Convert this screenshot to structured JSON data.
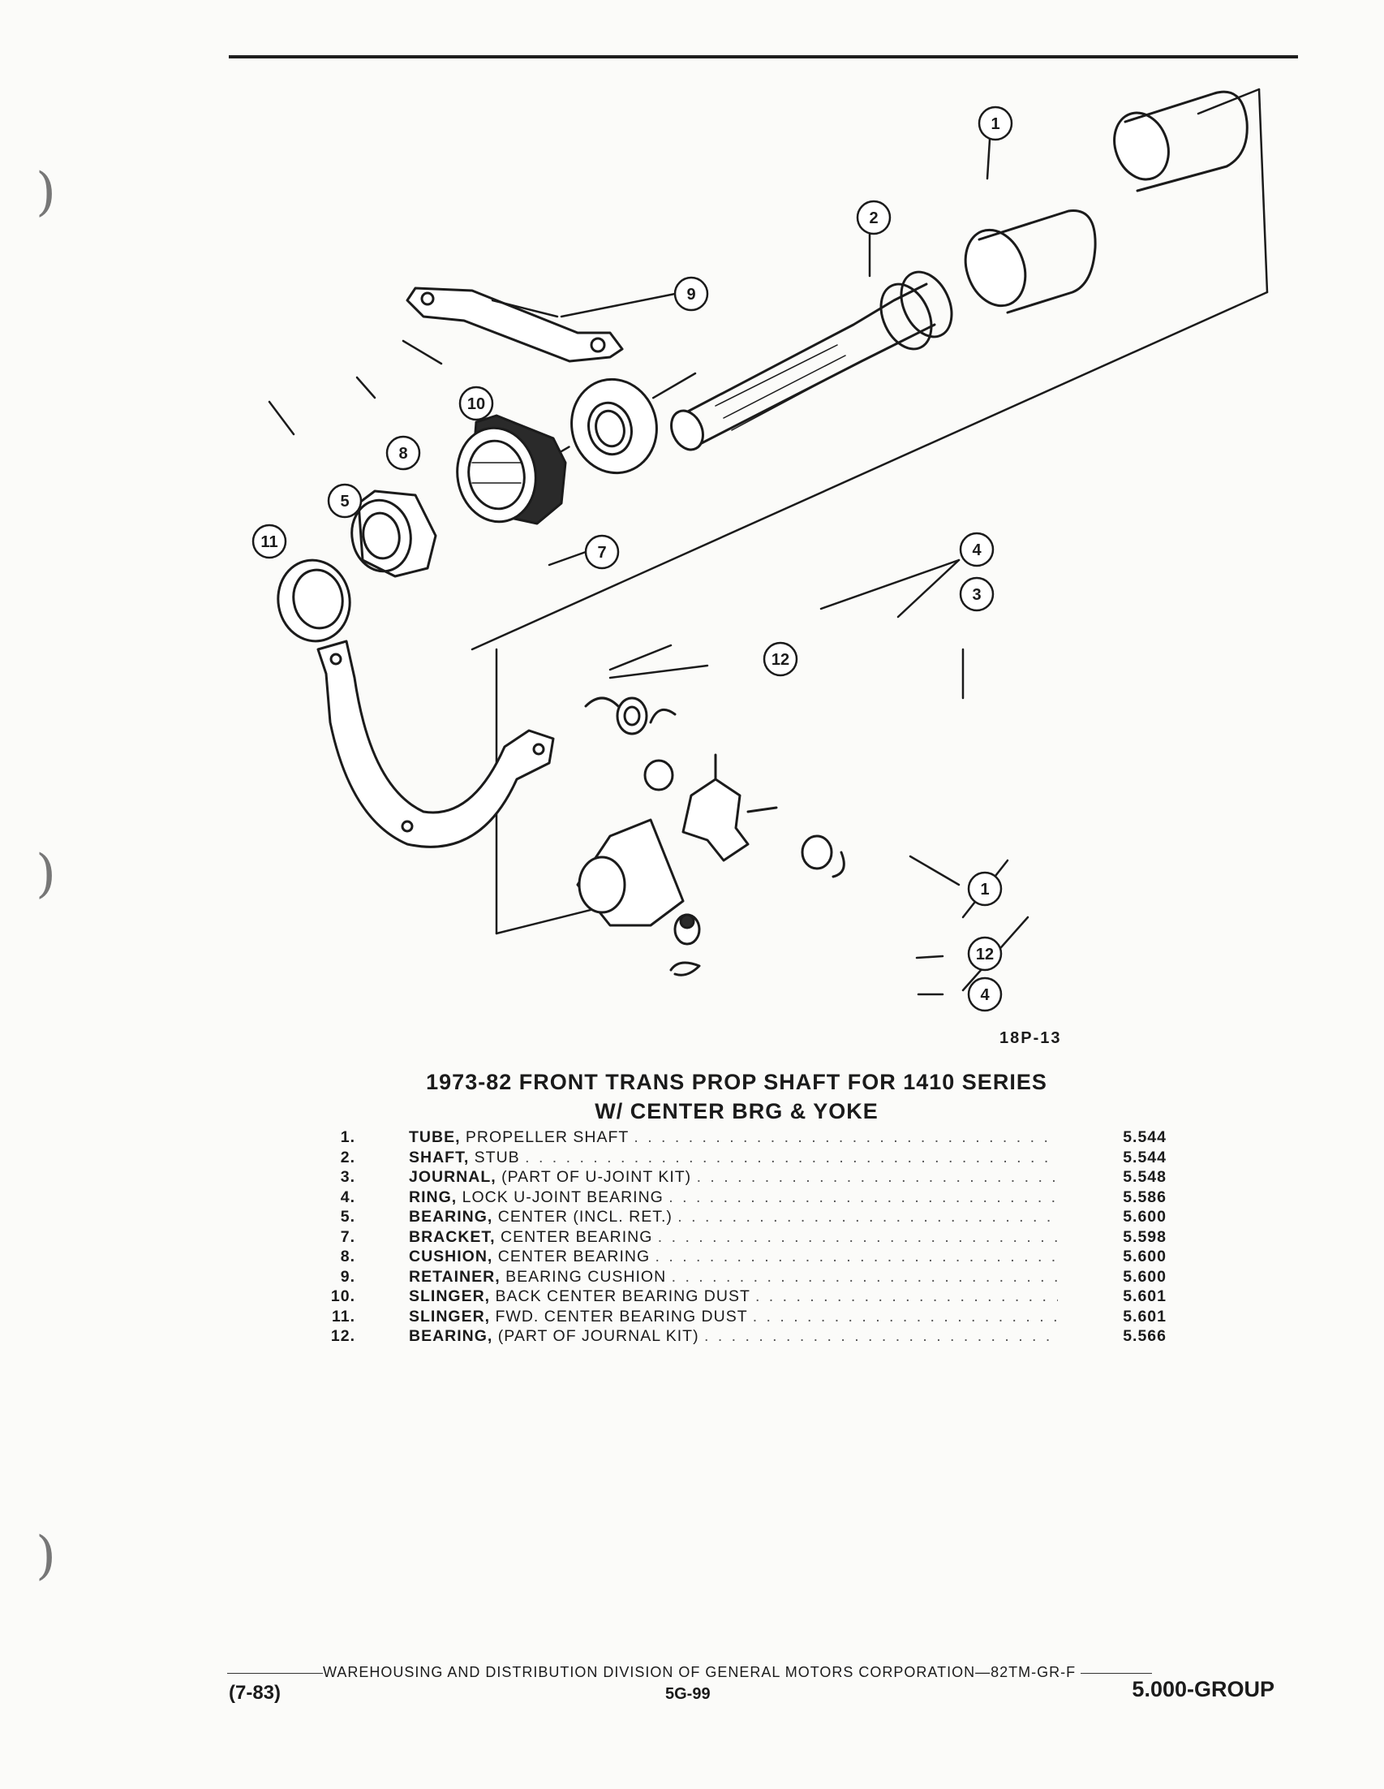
{
  "figure": {
    "code": "18P-13",
    "callouts": [
      "1",
      "2",
      "9",
      "10",
      "8",
      "5",
      "11",
      "7",
      "4",
      "3",
      "12",
      "1",
      "12",
      "4"
    ]
  },
  "title": {
    "line1": "1973-82 FRONT TRANS PROP SHAFT FOR 1410 SERIES",
    "line2": "W/ CENTER BRG & YOKE"
  },
  "parts": [
    {
      "num": "1.",
      "name": "TUBE,",
      "desc": "PROPELLER SHAFT",
      "group": "5.544"
    },
    {
      "num": "2.",
      "name": "SHAFT,",
      "desc": "STUB",
      "group": "5.544"
    },
    {
      "num": "3.",
      "name": "JOURNAL,",
      "desc": "(PART OF U-JOINT KIT)",
      "group": "5.548"
    },
    {
      "num": "4.",
      "name": "RING,",
      "desc": "LOCK U-JOINT BEARING",
      "group": "5.586"
    },
    {
      "num": "5.",
      "name": "BEARING,",
      "desc": "CENTER (INCL. RET.)",
      "group": "5.600"
    },
    {
      "num": "7.",
      "name": "BRACKET,",
      "desc": "CENTER BEARING",
      "group": "5.598"
    },
    {
      "num": "8.",
      "name": "CUSHION,",
      "desc": "CENTER BEARING",
      "group": "5.600"
    },
    {
      "num": "9.",
      "name": "RETAINER,",
      "desc": "BEARING CUSHION",
      "group": "5.600"
    },
    {
      "num": "10.",
      "name": "SLINGER,",
      "desc": "BACK CENTER BEARING DUST",
      "group": "5.601"
    },
    {
      "num": "11.",
      "name": "SLINGER,",
      "desc": "FWD. CENTER BEARING DUST",
      "group": "5.601"
    },
    {
      "num": "12.",
      "name": "BEARING,",
      "desc": "(PART OF JOURNAL KIT)",
      "group": "5.566"
    }
  ],
  "footer": {
    "division": "WAREHOUSING AND DISTRIBUTION DIVISION OF GENERAL MOTORS CORPORATION—82TM-GR-F",
    "date": "(7-83)",
    "page": "5G-99",
    "group": "5.000-GROUP"
  }
}
